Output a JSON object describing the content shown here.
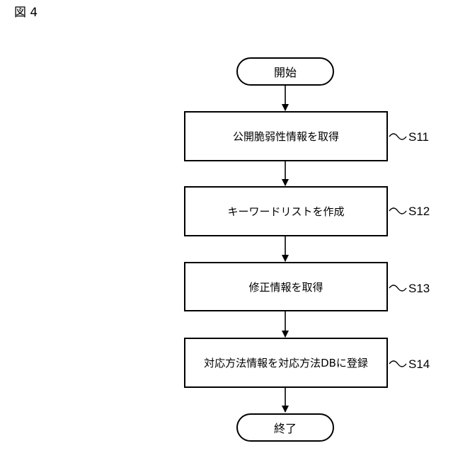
{
  "figure_label": "図 4",
  "start": "開始",
  "end": "終了",
  "steps": [
    {
      "text": "公開脆弱性情報を取得",
      "id": "S11"
    },
    {
      "text": "キーワードリストを作成",
      "id": "S12"
    },
    {
      "text": "修正情報を取得",
      "id": "S13"
    },
    {
      "text": "対応方法情報を対応方法DBに登録",
      "id": "S14"
    }
  ]
}
